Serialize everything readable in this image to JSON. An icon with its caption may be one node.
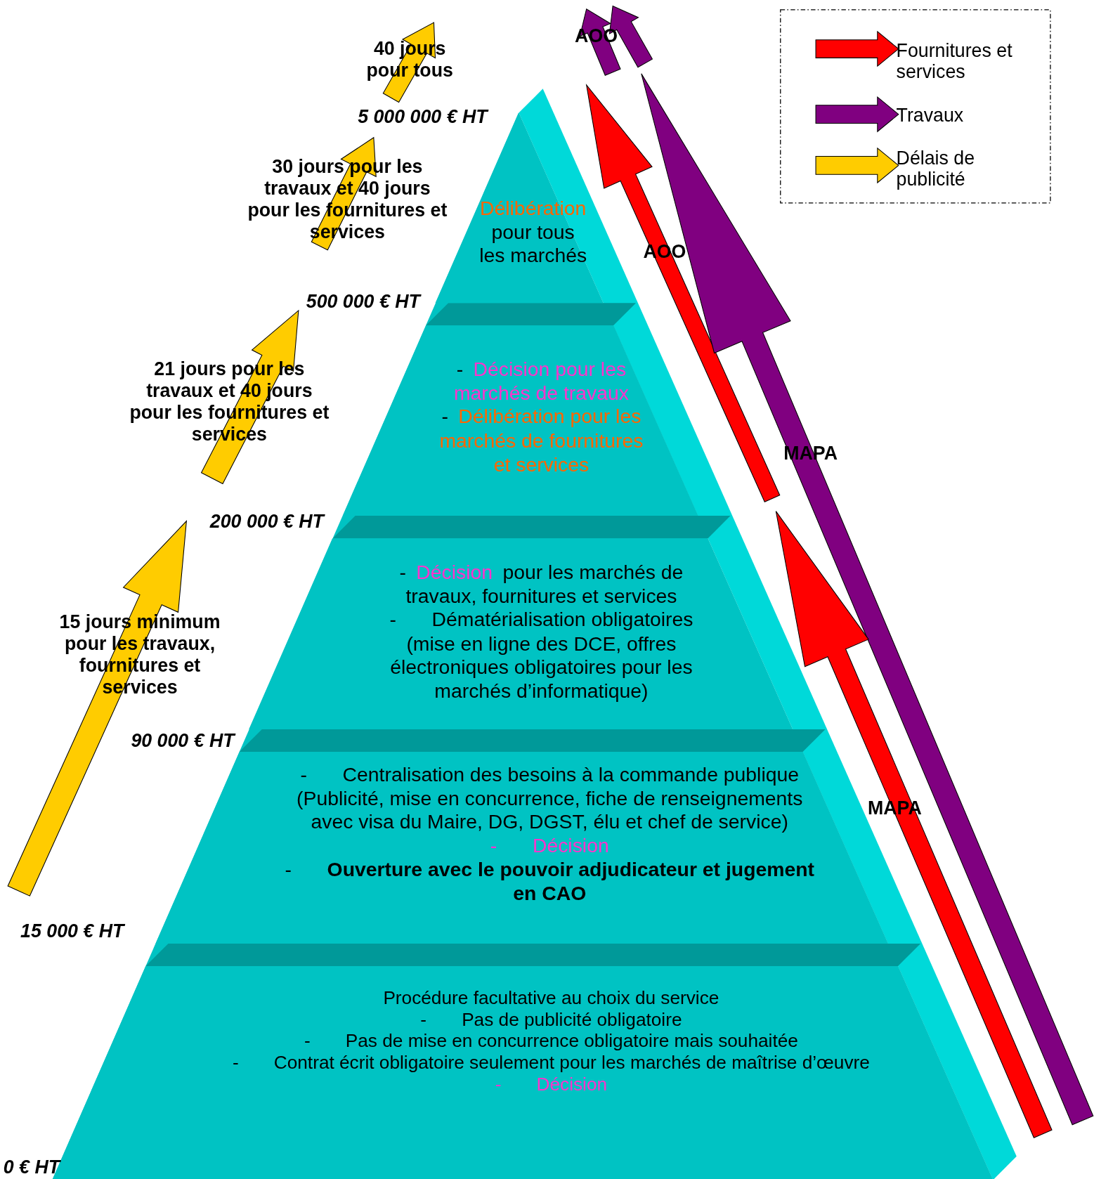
{
  "diagram": {
    "nodes": [
      {
        "text": [
          "Délibération",
          "pour tous les marchés"
        ]
      },
      {
        "text": [
          "-",
          "Décision pour les marchés de travaux",
          "-",
          "Délibération pour les marchés de fournitures et services"
        ]
      },
      {
        "text": [
          "-",
          "Décision",
          "pour les marchés de travaux, fournitures et services",
          "-",
          "Dématérialisation obligatoires (mise en ligne des DCE, offres électroniques obligatoires pour les marchés d’informatique)"
        ]
      },
      {
        "text": [
          "-",
          "Centralisation des besoins à la commande publique (Publicité, mise en concurrence, fiche de renseignements avec visa du Maire, DG, DGST, élu et chef de service)",
          "-",
          "Décision",
          "-",
          "Ouverture avec le pouvoir adjudicateur et jugement en CAO"
        ]
      },
      {
        "text": [
          "Procédure facultative au choix du service",
          "-",
          "Pas de publicité obligatoire",
          "-",
          "Pas de mise en concurrence obligatoire mais souhaitée",
          "-",
          "Contrat écrit obligatoire seulement pour les marchés de maîtrise d’œuvre",
          "-",
          "Décision"
        ]
      }
    ],
    "labels": [
      "40 jours pour tous",
      "AOO",
      "5 000 000 € HT",
      "30 jours pour les travaux et 40 jours pour les fournitures et services",
      "AOO",
      "500 000 € HT",
      "21 jours pour les travaux et 40 jours pour les fournitures et services",
      "MAPA",
      "200 000 € HT",
      "15 jours minimum pour les travaux, fournitures et services",
      "90 000 € HT",
      "MAPA",
      "15 000 € HT",
      "0 € HT"
    ],
    "legend": [
      {
        "text": "Fournitures et services",
        "color": "#ff0000"
      },
      {
        "text": "Travaux",
        "color": "#800080"
      },
      {
        "text": "Délais de publicité",
        "color": "#ffcc00"
      }
    ]
  }
}
